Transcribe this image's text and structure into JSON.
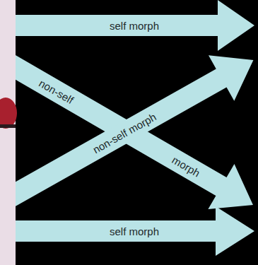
{
  "diagram": {
    "labels": [
      "self morph",
      "non-self",
      "non-self morph",
      "morph",
      "self morph"
    ]
  }
}
